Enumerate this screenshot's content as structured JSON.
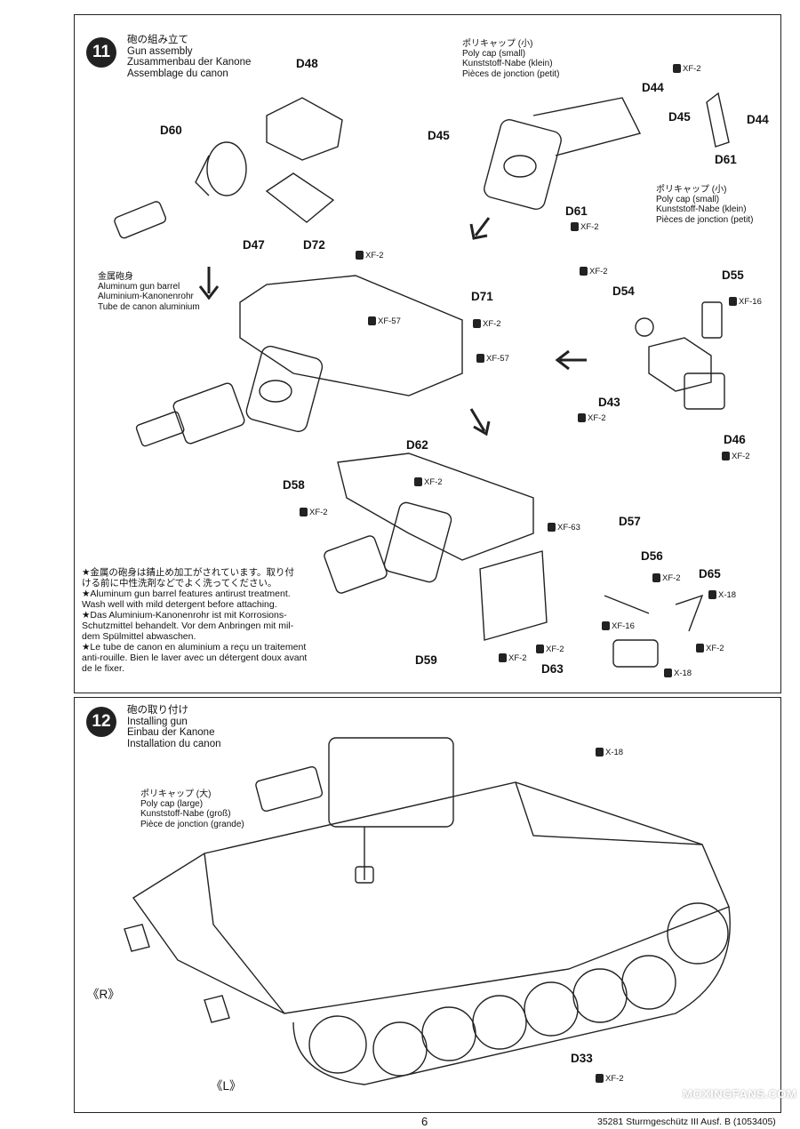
{
  "step11": {
    "number": "11",
    "title_jp": "砲の組み立て",
    "title_en": "Gun assembly",
    "title_de": "Zusammenbau der Kanone",
    "title_fr": "Assemblage du canon",
    "barrel_jp": "金属砲身",
    "barrel_en": "Aluminum gun barrel",
    "barrel_de": "Aluminium-Kanonenrohr",
    "barrel_fr": "Tube de canon aluminium",
    "polycap_top": [
      "ポリキャップ (小)",
      "Poly cap (small)",
      "Kunststoff-Nabe (klein)",
      "Pièces de jonction (petit)"
    ],
    "polycap_mid": [
      "ポリキャップ (小)",
      "Poly cap (small)",
      "Kunststoff-Nabe (klein)",
      "Pièces de jonction (petit)"
    ],
    "note": [
      "★金属の砲身は錆止め加工がされています。取り付",
      "ける前に中性洗剤などでよく洗ってください。",
      "★Aluminum gun barrel features antirust treatment.",
      "Wash well with mild detergent before attaching.",
      "★Das Aluminium-Kanonenrohr ist mit Korrosions-",
      "Schutzmittel behandelt. Vor dem Anbringen mit mil-",
      "dem Spülmittel abwaschen.",
      "★Le tube de canon en aluminium a reçu un traitement",
      "anti-rouille. Bien le laver avec un détergent doux avant",
      "de le fixer."
    ],
    "parts": {
      "d48": "D48",
      "d60": "D60",
      "d47": "D47",
      "d45a": "D45",
      "d44a": "D44",
      "d45b": "D45",
      "d44b": "D44",
      "d61a": "D61",
      "d61b": "D61",
      "d72": "D72",
      "d71": "D71",
      "d55": "D55",
      "d54": "D54",
      "d43": "D43",
      "d46": "D46",
      "d62": "D62",
      "d58": "D58",
      "d57": "D57",
      "d56": "D56",
      "d65": "D65",
      "d59": "D59",
      "d63": "D63"
    },
    "paints": {
      "p1": "XF-2",
      "p2": "XF-2",
      "p3": "XF-2",
      "p4": "XF-57",
      "p5": "XF-2",
      "p6": "XF-57",
      "p7": "XF-2",
      "p8": "XF-16",
      "p9": "XF-2",
      "p10": "XF-2",
      "p11": "XF-2",
      "p12": "XF-2",
      "p13": "XF-63",
      "p14": "XF-2",
      "p15": "X-18",
      "p16": "XF-16",
      "p17": "XF-2",
      "p18": "XF-2",
      "p19": "XF-2",
      "p20": "X-18"
    }
  },
  "step12": {
    "number": "12",
    "title_jp": "砲の取り付け",
    "title_en": "Installing gun",
    "title_de": "Einbau der Kanone",
    "title_fr": "Installation du canon",
    "polycap_large": [
      "ポリキャップ (大)",
      "Poly cap (large)",
      "Kunststoff-Nabe (groß)",
      "Pièce de jonction (grande)"
    ],
    "x18": "X-18",
    "d33": "D33",
    "xf2": "XF-2",
    "right": "《R》",
    "left": "《L》"
  },
  "footer": {
    "page": "6",
    "code": "35281",
    "model": "Sturmgeschütz III Ausf. B (1053405)",
    "watermark": "MOXINGFANS.COM"
  }
}
